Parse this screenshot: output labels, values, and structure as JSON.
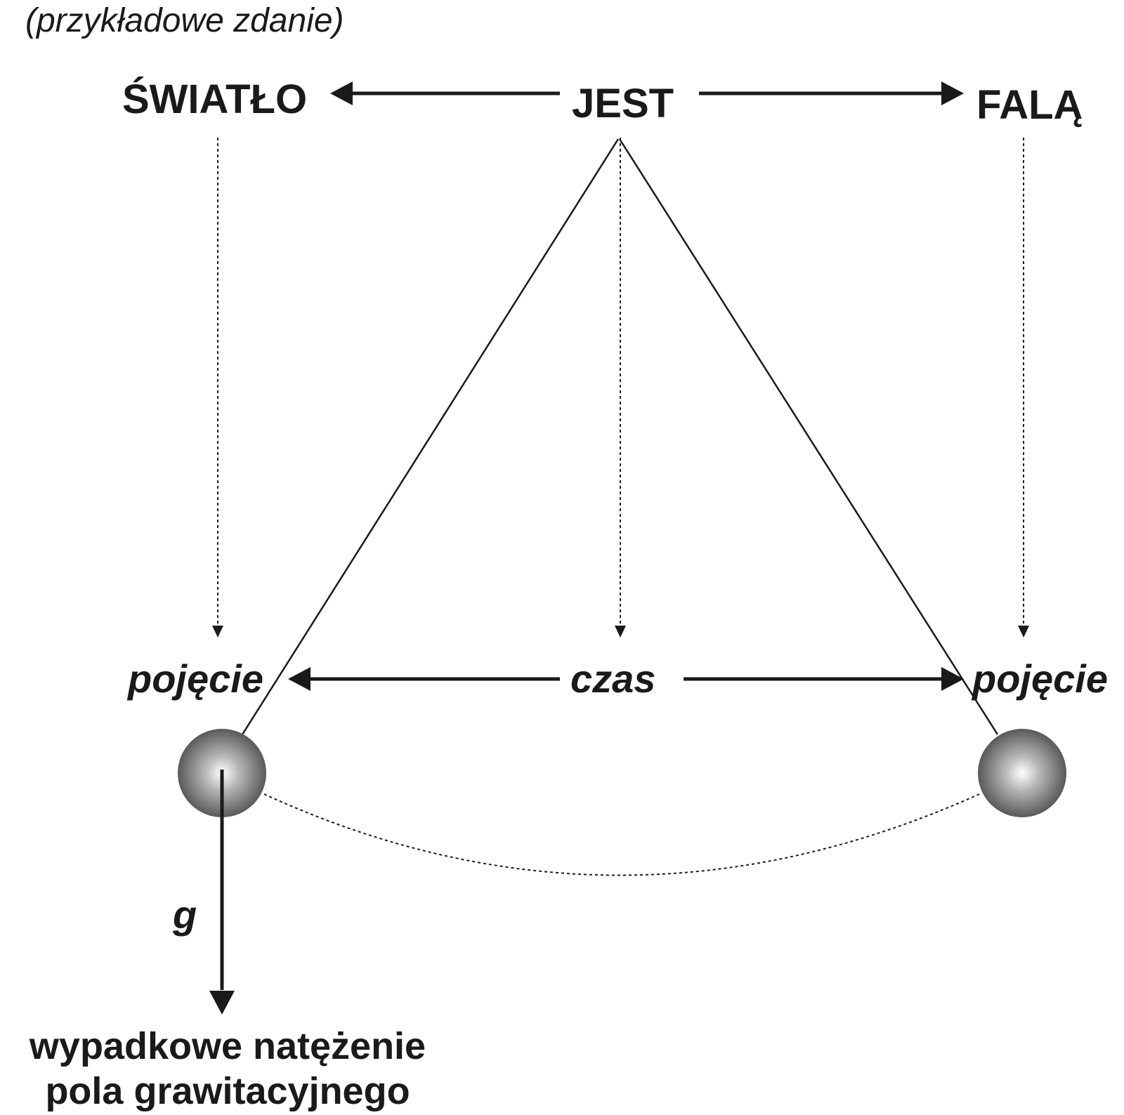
{
  "caption": "(przykładowe zdanie)",
  "sentence": {
    "subject": "ŚWIATŁO",
    "verb": "JEST",
    "object": "FALĄ"
  },
  "concepts": {
    "left": "pojęcie",
    "center": "czas",
    "right": "pojęcie"
  },
  "vector_label": "g",
  "result_label": {
    "line1": "wypadkowe natężenie",
    "line2": "pola grawitacyjnego"
  },
  "colors": {
    "ink": "#1a1a1a",
    "ball_highlight": "#ffffff",
    "ball_shadow": "#4a4a4a"
  }
}
